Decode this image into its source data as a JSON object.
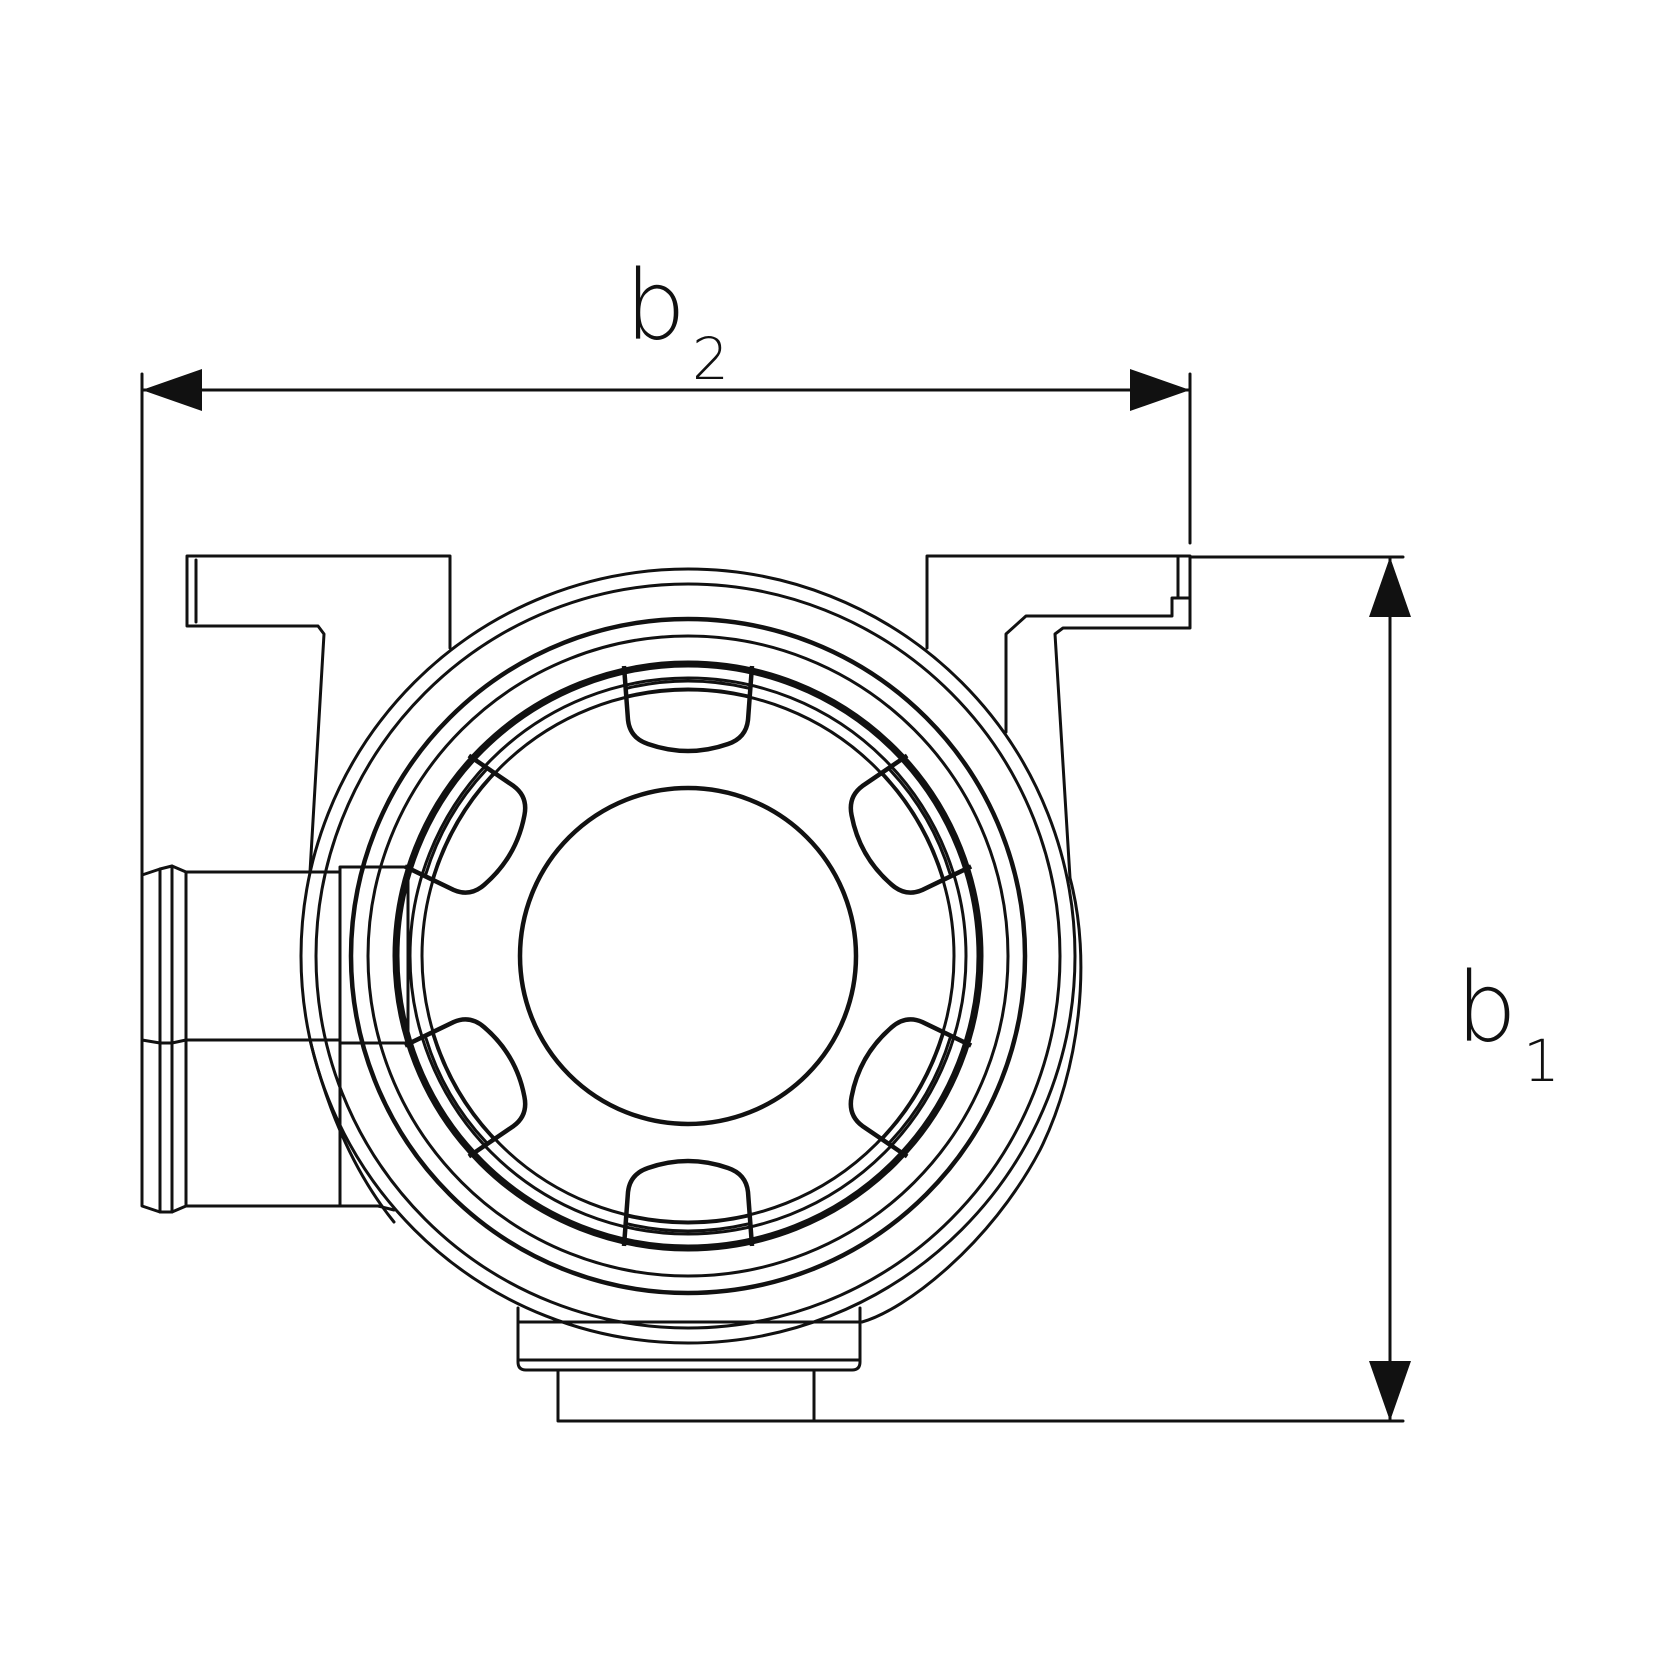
{
  "dimensions": {
    "b2": {
      "symbol": "b",
      "subscript": "2"
    },
    "b1": {
      "symbol": "b",
      "subscript": "1"
    }
  }
}
